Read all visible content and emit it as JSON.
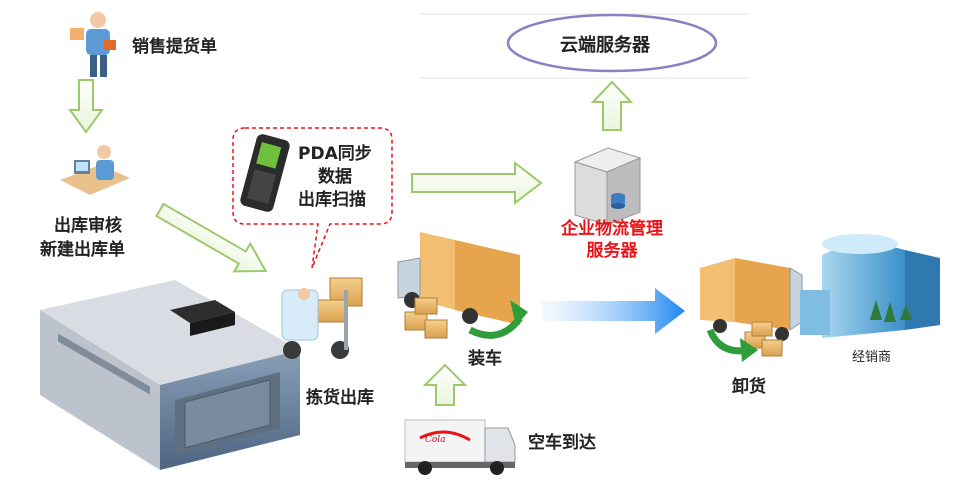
{
  "nodes": {
    "sales_order": "销售提货单",
    "review_line1": "出库审核",
    "review_line2": "新建出库单",
    "pda_line1": "PDA同步",
    "pda_line2": "数据",
    "pda_line3": "出库扫描",
    "cloud": "云端服务器",
    "server_line1": "企业物流管理",
    "server_line2": "服务器",
    "picking": "拣货出库",
    "loading": "装车",
    "empty_truck": "空车到达",
    "unloading": "卸货",
    "dealer": "经销商"
  },
  "truck_brand": "Cola",
  "colors": {
    "accent_red": "#e8141a",
    "arrow_blue": "#2a8cf0",
    "arrow_green_outline": "#9cc96b",
    "cloud_outline": "#8c7fc4"
  }
}
